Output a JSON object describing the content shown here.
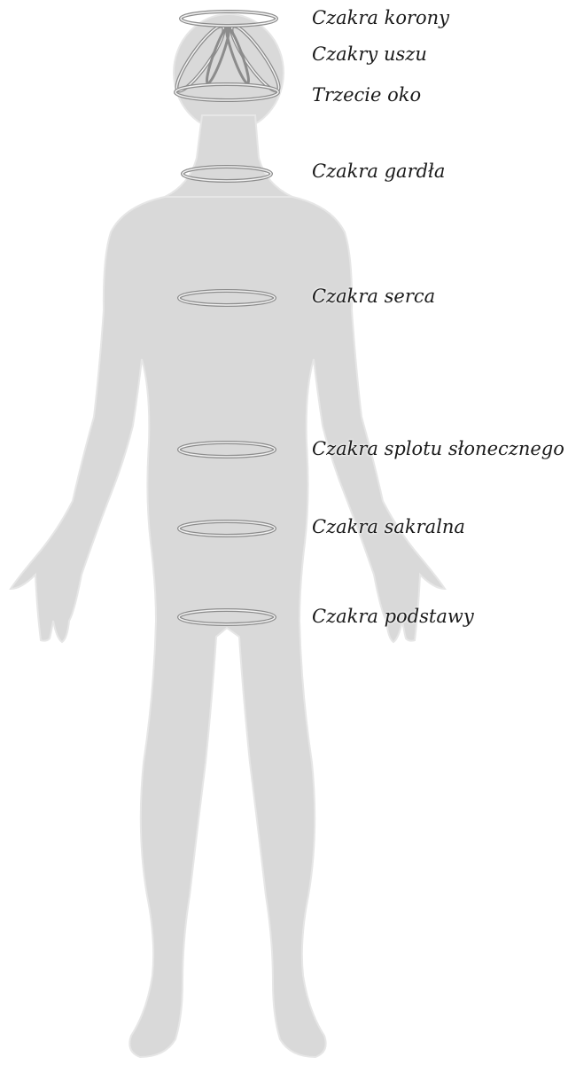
{
  "colors": {
    "body": "#d9d9d9",
    "body_edge": "#e6e6e6",
    "ring_outer": "#8c8c8c",
    "ring_inner": "#f2f2f2",
    "label_text": "#1a1a1a"
  },
  "chakras": [
    {
      "id": "korony",
      "label": "Czakra korony"
    },
    {
      "id": "uszu",
      "label": "Czakry uszu"
    },
    {
      "id": "trzecie-oko",
      "label": "Trzecie oko"
    },
    {
      "id": "gardla",
      "label": "Czakra gardła"
    },
    {
      "id": "serca",
      "label": "Czakra serca"
    },
    {
      "id": "splotu",
      "label": "Czakra splotu słonecznego"
    },
    {
      "id": "sakralna",
      "label": "Czakra sakralna"
    },
    {
      "id": "podstawy",
      "label": "Czakra podstawy"
    }
  ]
}
